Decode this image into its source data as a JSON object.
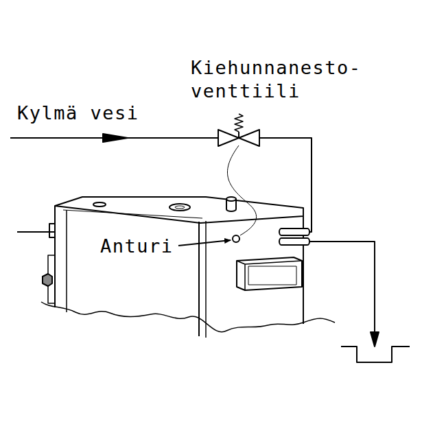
{
  "diagram": {
    "labels": [
      "Kiehunnanesto- venttiili",
      "Kylmä vesi",
      "Anturi"
    ]
  }
}
